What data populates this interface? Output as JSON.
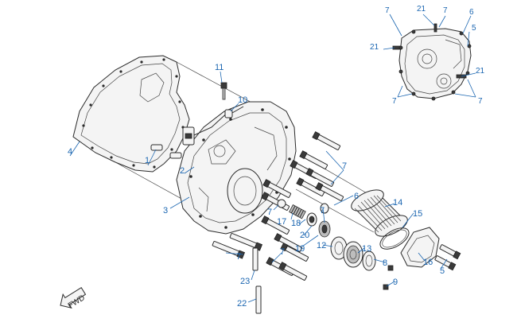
{
  "callouts": [
    {
      "id": "c1",
      "label": "1"
    },
    {
      "id": "c2",
      "label": "2"
    },
    {
      "id": "c3",
      "label": "3"
    },
    {
      "id": "c4",
      "label": "4"
    },
    {
      "id": "c5",
      "label": "5"
    },
    {
      "id": "c6",
      "label": "6"
    },
    {
      "id": "c7",
      "label": "7"
    },
    {
      "id": "c8",
      "label": "8"
    },
    {
      "id": "c9",
      "label": "9"
    },
    {
      "id": "c10",
      "label": "10"
    },
    {
      "id": "c11",
      "label": "11"
    },
    {
      "id": "c12",
      "label": "12"
    },
    {
      "id": "c13",
      "label": "13"
    },
    {
      "id": "c14",
      "label": "14"
    },
    {
      "id": "c15",
      "label": "15"
    },
    {
      "id": "c16",
      "label": "16"
    },
    {
      "id": "c17",
      "label": "17"
    },
    {
      "id": "c18",
      "label": "18"
    },
    {
      "id": "c19",
      "label": "19"
    },
    {
      "id": "c20",
      "label": "20"
    },
    {
      "id": "c21",
      "label": "21"
    },
    {
      "id": "c22",
      "label": "22"
    },
    {
      "id": "c23",
      "label": "23"
    }
  ],
  "fwd_label": "FWD",
  "colors": {
    "callout": "#1b66b1",
    "line": "#2b2b2b"
  }
}
